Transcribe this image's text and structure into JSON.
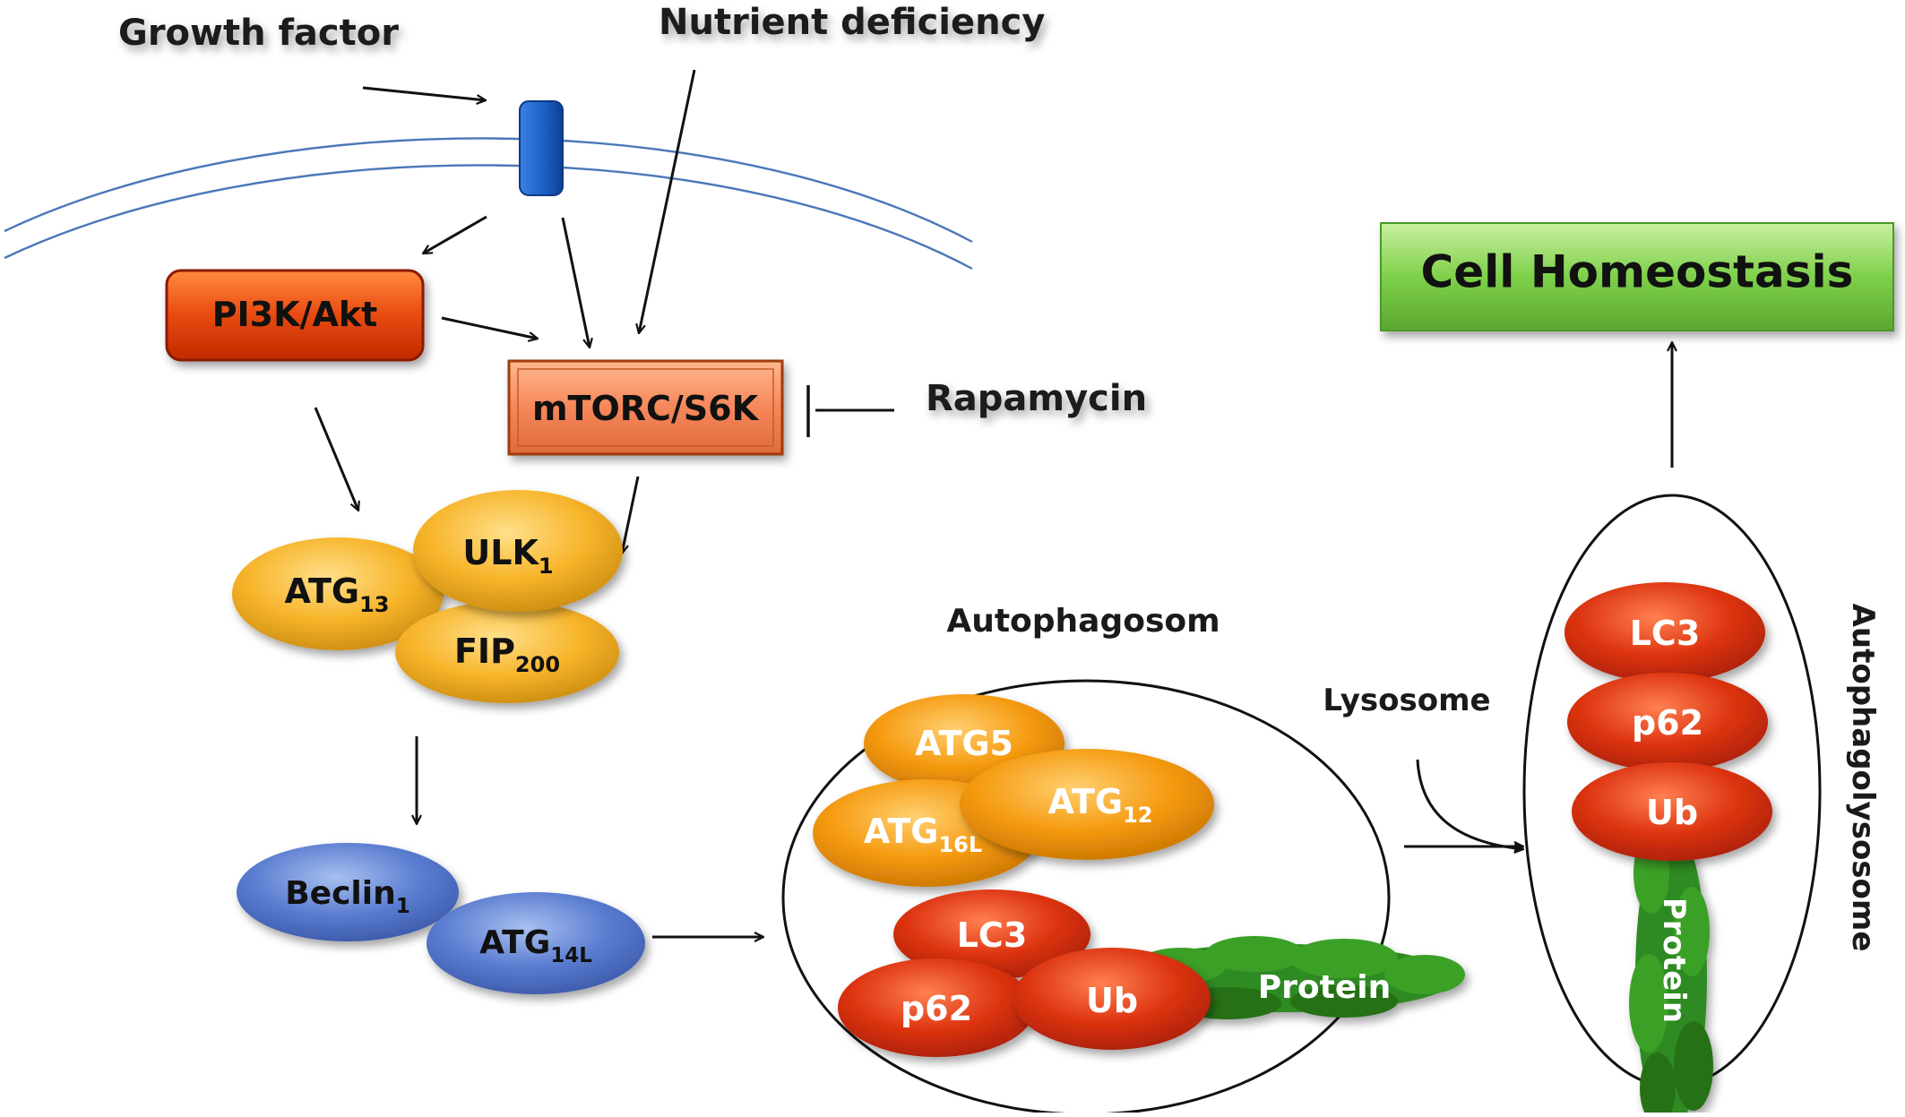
{
  "inputs": {
    "growth_factor": "Growth factor",
    "nutrient_deficiency": "Nutrient deficiency",
    "rapamycin": "Rapamycin"
  },
  "nodes": {
    "pi3k_akt": "PI3K/Akt",
    "mtorc_s6k": "mTORC/S6K",
    "ulk": {
      "base": "ULK",
      "sub": "1"
    },
    "atg13": {
      "base": "ATG",
      "sub": "13"
    },
    "fip200": {
      "base": "FIP",
      "sub": "200"
    },
    "beclin": {
      "base": "Beclin",
      "sub": "1"
    },
    "atg14l": {
      "base": "ATG",
      "sub": "14L"
    }
  },
  "autophagosome": {
    "label": "Autophagosom",
    "atg5": "ATG5",
    "atg12": {
      "base": "ATG",
      "sub": "12"
    },
    "atg16l": {
      "base": "ATG",
      "sub": "16L"
    },
    "lc3": "LC3",
    "p62": "p62",
    "ub": "Ub",
    "protein": "Protein"
  },
  "lysosome_label": "Lysosome",
  "autophagolysosome": {
    "label": "Autophagolysosome",
    "lc3": "LC3",
    "p62": "p62",
    "ub": "Ub",
    "protein": "Protein"
  },
  "outcome": "Cell Homeostasis",
  "colors": {
    "membrane": "#4a78b8",
    "receptor": "#1a5fc4",
    "pi3k": "#e84a10",
    "mtorc": "#f5875a",
    "orange_yellow": "#f7b42a",
    "orange": "#f59a10",
    "red": "#dc3310",
    "blue": "#5a7cd0",
    "green": "#2e8a20",
    "outcome_green": "#7ed04a"
  }
}
